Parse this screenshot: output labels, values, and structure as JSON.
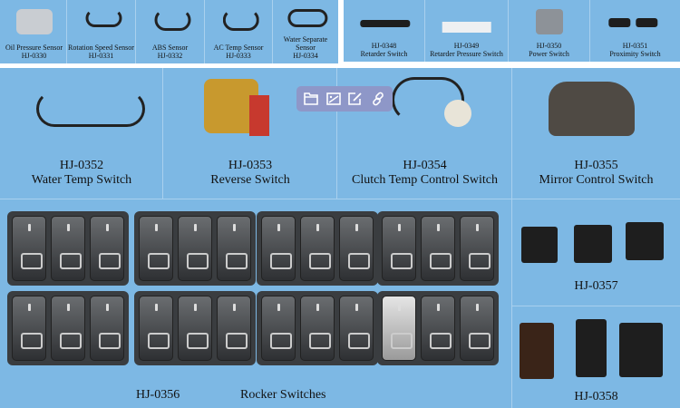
{
  "top_left": [
    {
      "name": "Oil Pressure Sensor",
      "code": "HJ-0330"
    },
    {
      "name": "Rotation Speed Sensor",
      "code": "HJ-0331"
    },
    {
      "name": "ABS Sensor",
      "code": "HJ-0332"
    },
    {
      "name": "AC Temp Sensor",
      "code": "HJ-0333"
    },
    {
      "name": "Water Separate Sensor",
      "code": "HJ-0334"
    }
  ],
  "top_right": [
    {
      "code": "HJ-0348",
      "name": "Retarder Switch"
    },
    {
      "code": "HJ-0349",
      "name": "Retarder Pressure Switch"
    },
    {
      "code": "HJ-0350",
      "name": "Power Switch"
    },
    {
      "code": "HJ-0351",
      "name": "Proximity Switch"
    }
  ],
  "main": [
    {
      "code": "HJ-0352",
      "name": "Water Temp Switch"
    },
    {
      "code": "HJ-0353",
      "name": "Reverse Switch"
    },
    {
      "code": "HJ-0354",
      "name": "Clutch Temp Control Switch"
    },
    {
      "code": "HJ-0355",
      "name": "Mirror Control Switch"
    }
  ],
  "rocker": {
    "code": "HJ-0356",
    "name": "Rocker Switches"
  },
  "side": [
    {
      "code": "HJ-0357"
    },
    {
      "code": "HJ-0358"
    }
  ],
  "toolbar": {
    "icons": [
      "folder-icon",
      "image-icon",
      "edit-icon",
      "link-icon"
    ]
  },
  "colors": {
    "panel": "#7db8e4",
    "toolbar": "#8e97c8"
  }
}
